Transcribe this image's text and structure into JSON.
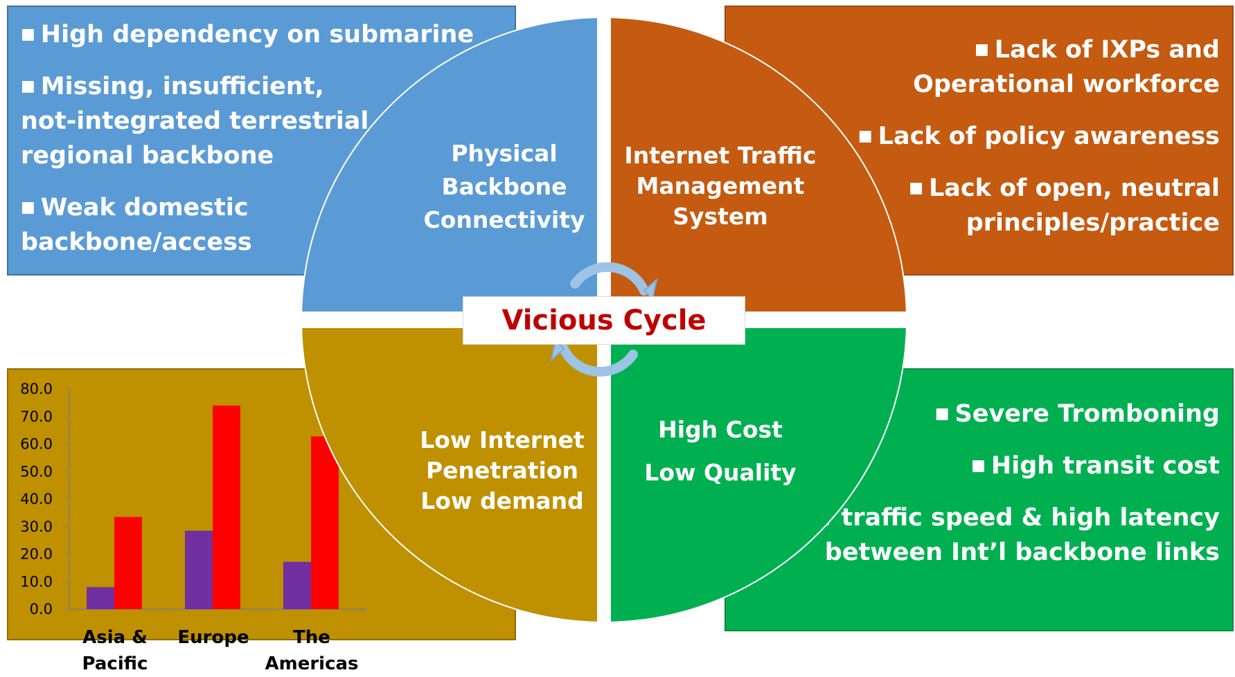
{
  "blue_box": {
    "bullets": [
      {
        "lines": [
          "High dependency on submarine"
        ]
      },
      {
        "lines": [
          "Missing, insufficient,",
          "not-integrated terrestrial",
          "regional backbone"
        ]
      },
      {
        "lines": [
          "Weak domestic",
          "backbone/access"
        ]
      }
    ]
  },
  "orange_box": {
    "bullets": [
      {
        "lines": [
          "Lack of IXPs and",
          "Operational workforce"
        ]
      },
      {
        "lines": [
          "Lack of policy awareness"
        ]
      },
      {
        "lines": [
          "Lack of open, neutral",
          "principles/practice"
        ]
      }
    ]
  },
  "green_box": {
    "bullets": [
      {
        "lines": [
          "Severe Tromboning"
        ]
      },
      {
        "lines": [
          "High transit cost"
        ]
      },
      {
        "lines": [
          "Low traffic speed & high latency",
          "between Int’l backbone links"
        ]
      }
    ]
  },
  "quadrants": {
    "top_left": "Physical\nBackbone\nConnectivity",
    "top_right": "Internet Traffic\nManagement\nSystem",
    "bottom_left": "Low  Internet\nPenetration\nLow demand",
    "bottom_right": "High Cost\nLow Quality"
  },
  "center_label": "Vicious Cycle",
  "colors": {
    "blue": "#5b9bd5",
    "orange": "#c55a11",
    "gold": "#bf9000",
    "green": "#00b050",
    "title_red": "#c00000",
    "bar_purple": "#7030a0",
    "bar_red": "#ff0000"
  },
  "chart_data": {
    "type": "bar",
    "categories": [
      "Asia & Pacific",
      "Europe",
      "The Americas"
    ],
    "series": [
      {
        "values": [
          8.0,
          28.5,
          17.2
        ],
        "color": "#7030a0"
      },
      {
        "values": [
          33.5,
          74.0,
          62.8
        ],
        "color": "#ff0000"
      }
    ],
    "ylim": [
      0,
      80
    ],
    "yticks": [
      "0.0",
      "10.0",
      "20.0",
      "30.0",
      "40.0",
      "50.0",
      "60.0",
      "70.0",
      "80.0"
    ],
    "grid": false
  }
}
